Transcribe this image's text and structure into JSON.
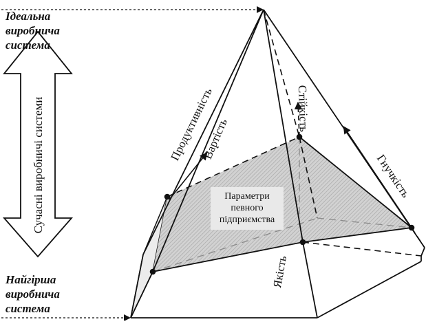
{
  "top_label": [
    "Ідеальна",
    "виробнича",
    "система"
  ],
  "bottom_label": [
    "Найгірша",
    "виробнича",
    "система"
  ],
  "arrow_label": "Сучасні виробничі системи",
  "edge_labels": {
    "productivity": "Продуктивність",
    "cost": "Вартість",
    "stability": "Стійкість",
    "flexibility": "Гнучкість",
    "quality": "Якість"
  },
  "center_label": [
    "Параметри",
    "певного",
    "підприємства"
  ],
  "colors": {
    "stroke": "#111111",
    "plane_fill": "#c9c9c9",
    "face_fill": "#f0f0f0"
  }
}
